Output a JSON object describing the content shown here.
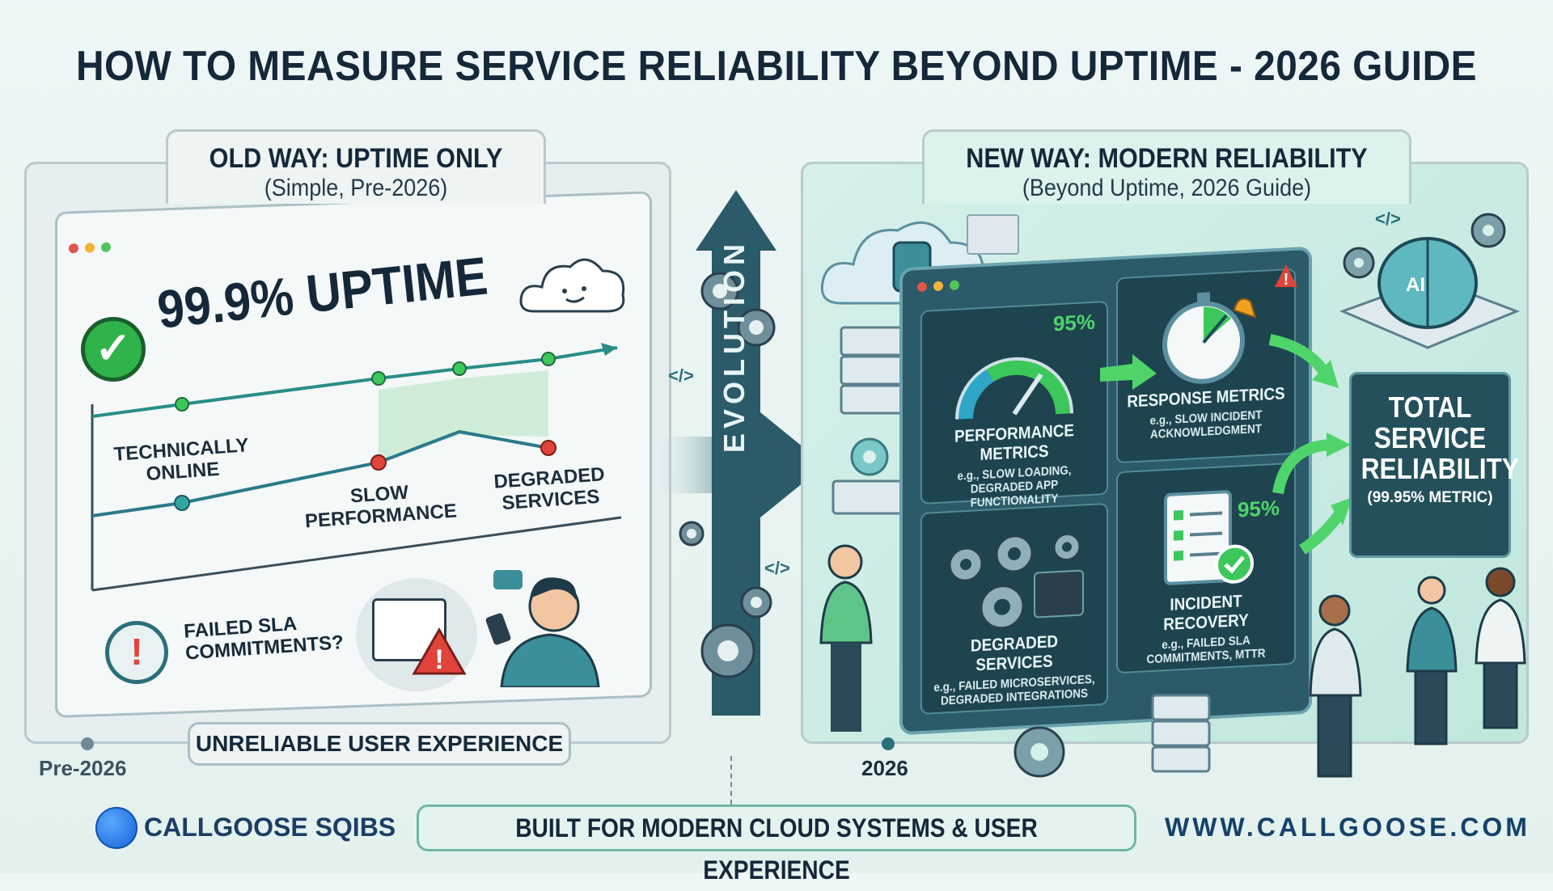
{
  "title": "HOW TO MEASURE SERVICE RELIABILITY BEYOND UPTIME - 2026 GUIDE",
  "old_way": {
    "heading": "OLD WAY: UPTIME ONLY",
    "subheading": "(Simple, Pre-2026)",
    "uptime": "99.9% UPTIME",
    "labels": [
      "TECHNICALLY ONLINE",
      "SLOW PERFORMANCE",
      "DEGRADED SERVICES"
    ],
    "sla": "FAILED SLA COMMITMENTS?",
    "banner": "UNRELIABLE USER EXPERIENCE",
    "era": "Pre-2026"
  },
  "arrow_label": "EVOLUTION",
  "code_glyph": "</>",
  "new_way": {
    "heading": "NEW WAY: MODERN RELIABILITY",
    "subheading": "(Beyond Uptime, 2026 Guide)",
    "era": "2026",
    "ai_label": "AI",
    "cards": [
      {
        "title": "PERFORMANCE METRICS",
        "desc": "e.g., SLOW LOADING, DEGRADED APP FUNCTIONALITY",
        "stat": "95%"
      },
      {
        "title": "RESPONSE METRICS",
        "desc": "e.g., SLOW INCIDENT ACKNOWLEDGMENT"
      },
      {
        "title": "DEGRADED SERVICES",
        "desc": "e.g., FAILED MICROSERVICES, DEGRADED INTEGRATIONS"
      },
      {
        "title": "INCIDENT RECOVERY",
        "desc": "e.g., FAILED SLA COMMITMENTS, MTTR",
        "stat": "95%"
      }
    ],
    "total": {
      "title": "TOTAL SERVICE RELIABILITY",
      "metric": "(99.95% METRIC)"
    }
  },
  "footer": {
    "brand": "CALLGOOSE SQIBS",
    "tagline": "BUILT FOR MODERN CLOUD SYSTEMS & USER EXPERIENCE",
    "url": "WWW.CALLGOOSE.COM"
  },
  "colors": {
    "accent_green": "#3cc75a",
    "dark_teal": "#24505c",
    "navy": "#14283a",
    "alert_red": "#e0443a"
  }
}
